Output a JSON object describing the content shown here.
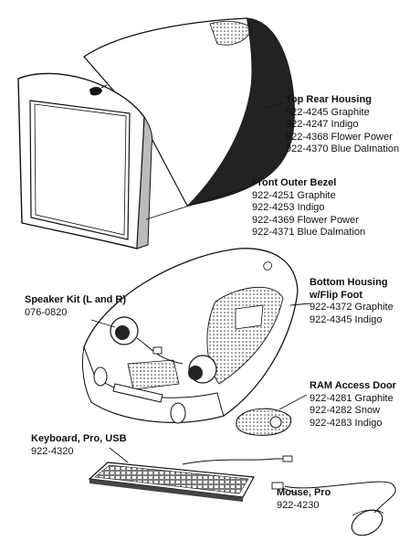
{
  "callouts": {
    "top_rear": {
      "title": "Top Rear Housing",
      "parts": [
        "922-4245 Graphite",
        "922-4247 Indigo",
        "922-4368 Flower Power",
        "922-4370 Blue Dalmation"
      ]
    },
    "bezel": {
      "title": "Front Outer Bezel",
      "parts": [
        "922-4251 Graphite",
        "922-4253 Indigo",
        "922-4369 Flower Power",
        "922-4371 Blue Dalmation"
      ]
    },
    "bottom": {
      "title1": "Bottom Housing",
      "title2": "w/Flip Foot",
      "parts": [
        "922-4372 Graphite",
        "922-4345 Indigo"
      ]
    },
    "speaker": {
      "title": "Speaker Kit (L and R)",
      "parts": [
        "076-0820"
      ]
    },
    "ram": {
      "title": "RAM Access Door",
      "parts": [
        "922-4281 Graphite",
        "922-4282 Snow",
        "922-4283 Indigo"
      ]
    },
    "keyboard": {
      "title": "Keyboard, Pro, USB",
      "parts": [
        "922-4320"
      ]
    },
    "mouse": {
      "title": "Mouse, Pro",
      "parts": [
        "922-4230"
      ]
    }
  },
  "colors": {
    "ink": "#111111",
    "shade": "#2a2a2a",
    "paper": "#ffffff"
  }
}
